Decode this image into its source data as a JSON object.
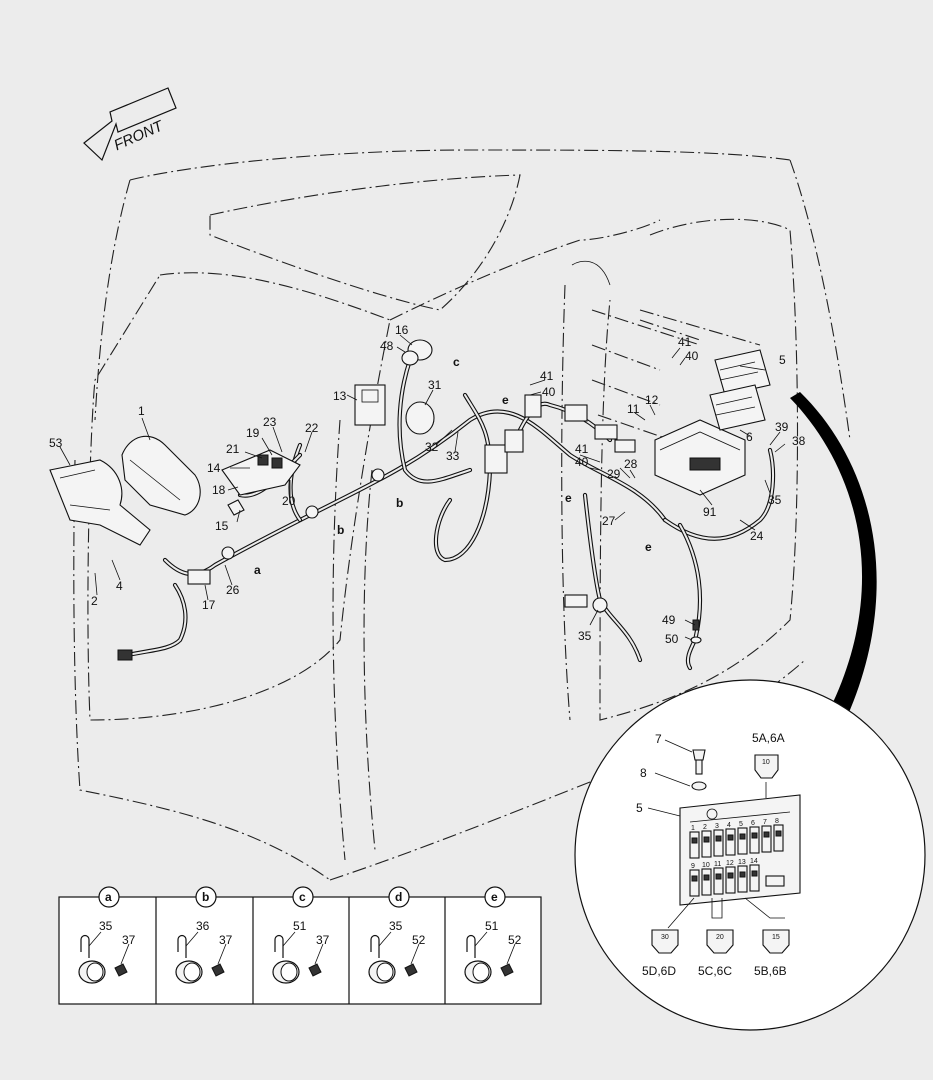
{
  "front_label": "FRONT",
  "callouts": {
    "c1": "1",
    "c2": "2",
    "c4": "4",
    "c53": "53",
    "c13": "13",
    "c14": "14",
    "c15": "15",
    "c16": "16",
    "c17": "17",
    "c18": "18",
    "c19": "19",
    "c20": "20",
    "c21": "21",
    "c22": "22",
    "c23": "23",
    "c24": "24",
    "c26": "26",
    "c27": "27",
    "c28": "28",
    "c29": "29",
    "c31": "31",
    "c32": "32",
    "c33": "33",
    "c35a": "35",
    "c35b": "35",
    "c38": "38",
    "c39": "39",
    "c40a": "40",
    "c40b": "40",
    "c40c": "40",
    "c41a": "41",
    "c41b": "41",
    "c41c": "41",
    "c48": "48",
    "c49": "49",
    "c50": "50",
    "c5": "5",
    "c6": "6",
    "c11": "11",
    "c12": "12",
    "c91": "91"
  },
  "section_marks": {
    "a": "a",
    "b1": "b",
    "b2": "b",
    "c": "c",
    "e1": "e",
    "e2": "e",
    "e3": "e"
  },
  "inset": {
    "labels": {
      "n7": "7",
      "n8": "8",
      "n5": "5",
      "n5a6a": "5A,6A",
      "n5d6d": "5D,6D",
      "n5c6c": "5C,6C",
      "n5b6b": "5B,6B"
    },
    "fuse_top_numbers": [
      "1",
      "2",
      "3",
      "4",
      "5",
      "6",
      "7",
      "8"
    ],
    "fuse_bottom_numbers": [
      "9",
      "10",
      "11",
      "12",
      "13",
      "14"
    ],
    "fuse_ratings": {
      "r10": "10",
      "r30": "30",
      "r20": "20",
      "r15": "15"
    }
  },
  "details": [
    {
      "letter": "a",
      "part1": "35",
      "part2": "37"
    },
    {
      "letter": "b",
      "part1": "36",
      "part2": "37"
    },
    {
      "letter": "c",
      "part1": "51",
      "part2": "37"
    },
    {
      "letter": "d",
      "part1": "35",
      "part2": "52"
    },
    {
      "letter": "e",
      "part1": "51",
      "part2": "52"
    }
  ]
}
